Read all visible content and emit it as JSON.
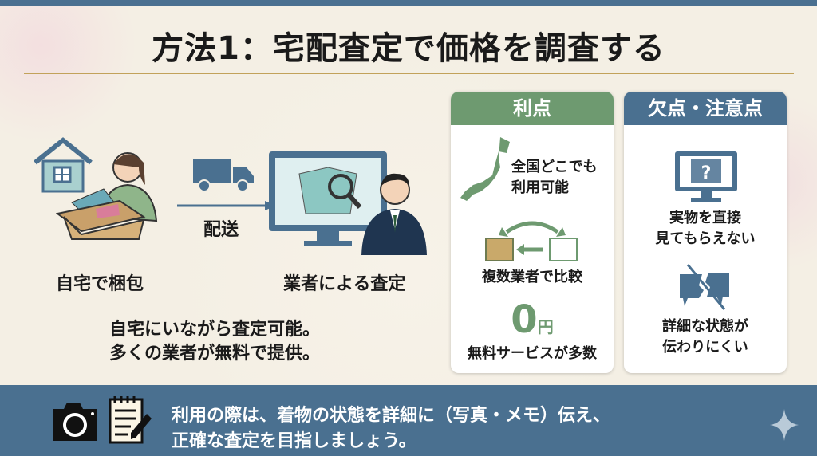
{
  "title": "方法1：宅配査定で価格を調査する",
  "flow": {
    "step1": "自宅で梱包",
    "shipping": "配送",
    "step2": "業者による査定"
  },
  "summary": [
    "自宅にいながら査定可能。",
    "多くの業者が無料で提供。"
  ],
  "pros": {
    "header": "利点",
    "items": [
      "全国どこでも",
      "利用可能",
      "複数業者で比較",
      "無料サービスが多数"
    ],
    "zero": "0",
    "yen": "円"
  },
  "cons": {
    "header": "欠点・注意点",
    "items": [
      "実物を直接",
      "見てもらえない",
      "詳細な状態が",
      "伝わりにくい"
    ],
    "question": "?"
  },
  "tip": [
    "利用の際は、着物の状態を詳細に（写真・メモ）伝え、",
    "正確な査定を目指しましょう。"
  ],
  "colors": {
    "blue": "#4a7090",
    "green": "#6e9a70",
    "gold": "#c2a25a"
  }
}
